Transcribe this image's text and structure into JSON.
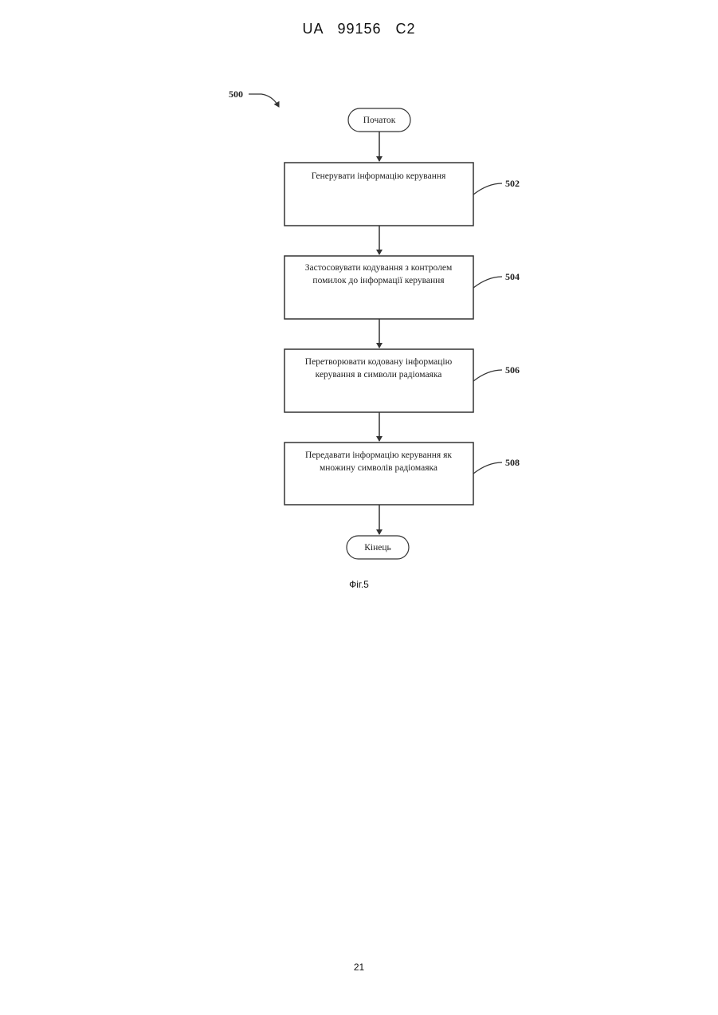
{
  "header": "UA   99156   C2",
  "figure": {
    "ref_label": "500",
    "start_label": "Початок",
    "end_label": "Кінець",
    "steps": [
      {
        "ref": "502",
        "lines": [
          "Генерувати інформацію керування"
        ]
      },
      {
        "ref": "504",
        "lines": [
          "Застосовувати кодування з контролем",
          "помилок до інформації керування"
        ]
      },
      {
        "ref": "506",
        "lines": [
          "Перетворювати кодовану інформацію",
          "керування в символи радіомаяка"
        ]
      },
      {
        "ref": "508",
        "lines": [
          "Передавати інформацію керування як",
          "множину символів радіомаяка"
        ]
      }
    ],
    "caption": "Фіг.5"
  },
  "page_number": "21"
}
